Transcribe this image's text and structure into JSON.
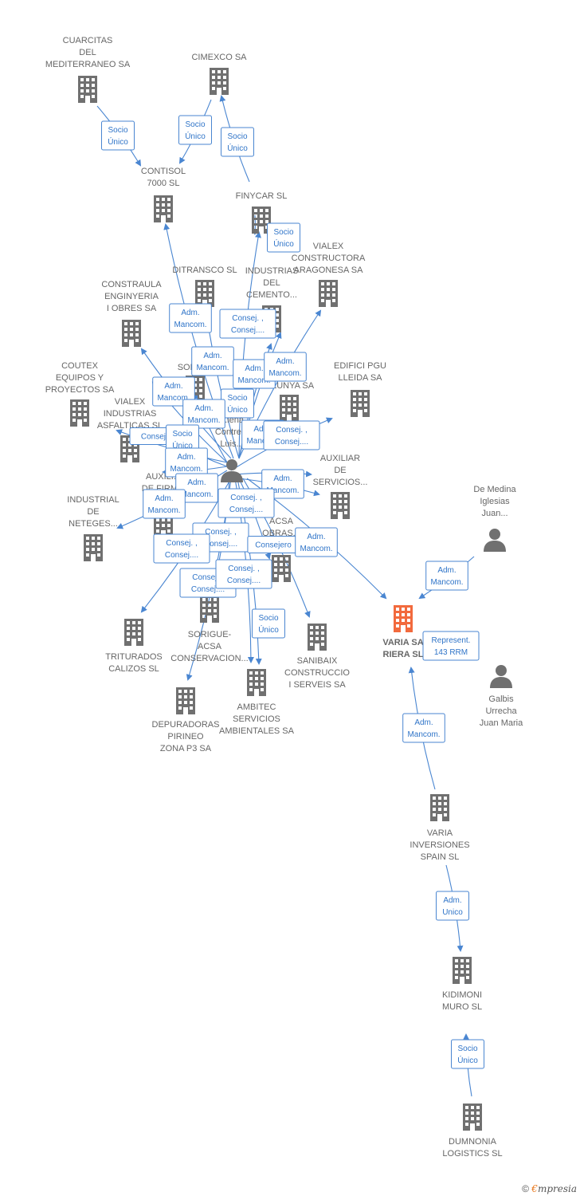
{
  "colors": {
    "edge": "#4a86d1",
    "company": "#707070",
    "focus": "#f26a3d",
    "person": "#707070"
  },
  "nodes": [
    {
      "id": "cuarcitas",
      "type": "company",
      "label": [
        "CUARCITAS",
        "DEL",
        "MEDITERRANEO SA"
      ]
    },
    {
      "id": "cimexco",
      "type": "company",
      "label": [
        "CIMEXCO SA"
      ]
    },
    {
      "id": "contisol",
      "type": "company",
      "label": [
        "CONTISOL",
        "7000 SL"
      ]
    },
    {
      "id": "finycar",
      "type": "company",
      "label": [
        "FINYCAR SL"
      ]
    },
    {
      "id": "vialex_arag",
      "type": "company",
      "label": [
        "VIALEX",
        "CONSTRUCTORA",
        "ARAGONESA SA"
      ]
    },
    {
      "id": "ditransco",
      "type": "company",
      "label": [
        "DITRANSCO SL"
      ]
    },
    {
      "id": "industrias_cemento",
      "type": "company",
      "label": [
        "INDUSTRIAS",
        "DEL",
        "CEMENTO..."
      ]
    },
    {
      "id": "construala",
      "type": "company",
      "label": [
        "CONSTRAULA",
        "ENGINYERIA",
        "I OBRES SA"
      ]
    },
    {
      "id": "sorigue_cat",
      "type": "company",
      "label": [
        "SORIG..."
      ]
    },
    {
      "id": "catalunya",
      "type": "company",
      "label": [
        "...LUNYA SA"
      ]
    },
    {
      "id": "edifici",
      "type": "company",
      "label": [
        "EDIFICI PGU",
        "LLEIDA SA"
      ]
    },
    {
      "id": "coutex",
      "type": "company",
      "label": [
        "COUTEX",
        "EQUIPOS Y",
        "PROYECTOS SA"
      ]
    },
    {
      "id": "vialex_asf",
      "type": "company",
      "label": [
        "VIALEX",
        "INDUSTRIAS",
        "ASFALTICAS SL"
      ]
    },
    {
      "id": "auxiliar_firm",
      "type": "company",
      "label": [
        "AUXILI...",
        "DE FIRM..."
      ]
    },
    {
      "id": "auxiliar_serv",
      "type": "company",
      "label": [
        "AUXILIAR",
        "DE",
        "SERVICIOS..."
      ]
    },
    {
      "id": "industrial_neteges",
      "type": "company",
      "label": [
        "INDUSTRIAL",
        "DE",
        "NETEGES..."
      ]
    },
    {
      "id": "acsa",
      "type": "company",
      "label": [
        "ACSA",
        "OBRAS..."
      ]
    },
    {
      "id": "triturados",
      "type": "company",
      "label": [
        "TRITURADOS",
        "CALIZOS SL"
      ]
    },
    {
      "id": "sorigue_acsa",
      "type": "company",
      "label": [
        "SORIGUE-",
        "ACSA",
        "CONSERVACION..."
      ]
    },
    {
      "id": "sanibaix",
      "type": "company",
      "label": [
        "SANIBAIX",
        "CONSTRUCCIO",
        "I SERVEIS SA"
      ]
    },
    {
      "id": "ambitec",
      "type": "company",
      "label": [
        "AMBITEC",
        "SERVICIOS",
        "AMBIENTALES SA"
      ]
    },
    {
      "id": "depuradoras",
      "type": "company",
      "label": [
        "DEPURADORAS",
        "PIRINEO",
        "ZONA P3 SA"
      ]
    },
    {
      "id": "varia_sa",
      "type": "focus",
      "label": [
        "VARIA  SA",
        "RIERA  SL"
      ]
    },
    {
      "id": "varia_inv",
      "type": "company",
      "label": [
        "VARIA",
        "INVERSIONES",
        "SPAIN  SL"
      ]
    },
    {
      "id": "kidimoni",
      "type": "company",
      "label": [
        "KIDIMONI",
        "MURO  SL"
      ]
    },
    {
      "id": "dumnonia",
      "type": "company",
      "label": [
        "DUMNONIA",
        "LOGISTICS  SL"
      ]
    },
    {
      "id": "person_center",
      "type": "person",
      "label": [
        "...iena",
        "Contre...",
        "Luis..."
      ]
    },
    {
      "id": "de_medina",
      "type": "person",
      "label": [
        "De Medina",
        "Iglesias",
        "Juan..."
      ]
    },
    {
      "id": "galbis",
      "type": "person",
      "label": [
        "Galbis",
        "Urrecha",
        "Juan Maria"
      ]
    }
  ],
  "relations": [
    {
      "label": [
        "Socio",
        "Único"
      ]
    },
    {
      "label": [
        "Socio",
        "Único"
      ]
    },
    {
      "label": [
        "Socio",
        "Único"
      ]
    },
    {
      "label": [
        "Socio",
        "Único"
      ]
    },
    {
      "label": [
        "Adm.",
        "Mancom."
      ]
    },
    {
      "label": [
        "Consej. ,",
        "Consej...."
      ]
    },
    {
      "label": [
        "Adm.",
        "Mancom."
      ]
    },
    {
      "label": [
        "Adm.",
        "Mancom."
      ]
    },
    {
      "label": [
        "Adm.",
        "Mancom."
      ]
    },
    {
      "label": [
        "Adm.",
        "Mancom."
      ]
    },
    {
      "label": [
        "Socio",
        "Único"
      ]
    },
    {
      "label": [
        "Adm.",
        "Mancom."
      ]
    },
    {
      "label": [
        "Adm.",
        "Mancom."
      ]
    },
    {
      "label": [
        "Consej. ,",
        "Consej...."
      ]
    },
    {
      "label": [
        "Consej...."
      ]
    },
    {
      "label": [
        "Socio",
        "Único"
      ]
    },
    {
      "label": [
        "Adm.",
        "Mancom."
      ]
    },
    {
      "label": [
        "Adm.",
        "Mancom."
      ]
    },
    {
      "label": [
        "Adm.",
        "Mancom."
      ]
    },
    {
      "label": [
        "Consej. ,",
        "Consej...."
      ]
    },
    {
      "label": [
        "Adm.",
        "Mancom."
      ]
    },
    {
      "label": [
        "Consej. ,",
        "Consej...."
      ]
    },
    {
      "label": [
        "Consej. ,",
        "Consej...."
      ]
    },
    {
      "label": [
        "Consejero"
      ]
    },
    {
      "label": [
        "Adm.",
        "Mancom."
      ]
    },
    {
      "label": [
        "Consej. ,",
        "Consej...."
      ]
    },
    {
      "label": [
        "Consej. ,",
        "Consej...."
      ]
    },
    {
      "label": [
        "Socio",
        "Único"
      ]
    },
    {
      "label": [
        "Adm.",
        "Mancom."
      ]
    },
    {
      "label": [
        "Represent.",
        "143 RRM"
      ]
    },
    {
      "label": [
        "Adm.",
        "Mancom."
      ]
    },
    {
      "label": [
        "Adm.",
        "Unico"
      ]
    },
    {
      "label": [
        "Socio",
        "Único"
      ]
    }
  ],
  "footer": {
    "copyright": "©",
    "brand_first": "€",
    "brand_rest": "mpresia"
  }
}
